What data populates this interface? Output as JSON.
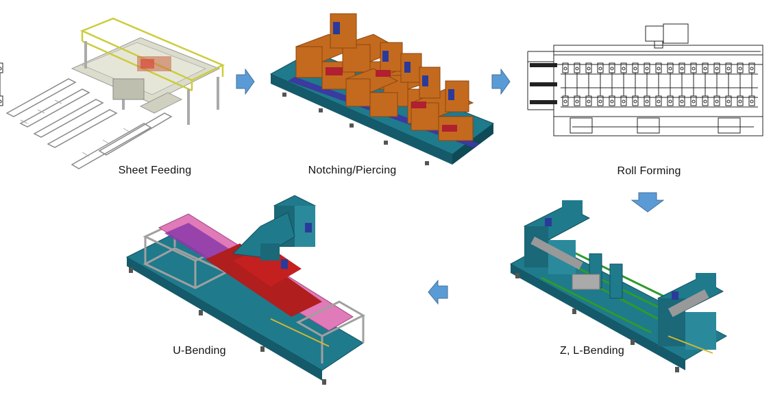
{
  "stages": [
    {
      "id": "sheet-feeding",
      "label": "Sheet Feeding"
    },
    {
      "id": "notching-piercing",
      "label": "Notching/Piercing"
    },
    {
      "id": "roll-forming",
      "label": "Roll Forming"
    },
    {
      "id": "z-l-bending",
      "label": "Z, L-Bending"
    },
    {
      "id": "u-bending",
      "label": "U-Bending"
    }
  ],
  "colors": {
    "arrow": "#5b9bd5",
    "arrow_edge": "#41719c",
    "machine_base": "#1f7a8c",
    "machine_frame_dark": "#155a6a",
    "press_orange": "#c46a1e",
    "feeder_frame": "#d8d8c8",
    "guard_yellow": "#d4d44a",
    "u_bend_pink": "#e07ab8",
    "u_bend_red": "#b01e1e",
    "z_bend_green": "#2e9a2e"
  },
  "flow_arrows": [
    {
      "direction": "right"
    },
    {
      "direction": "right"
    },
    {
      "direction": "down"
    },
    {
      "direction": "left"
    }
  ]
}
